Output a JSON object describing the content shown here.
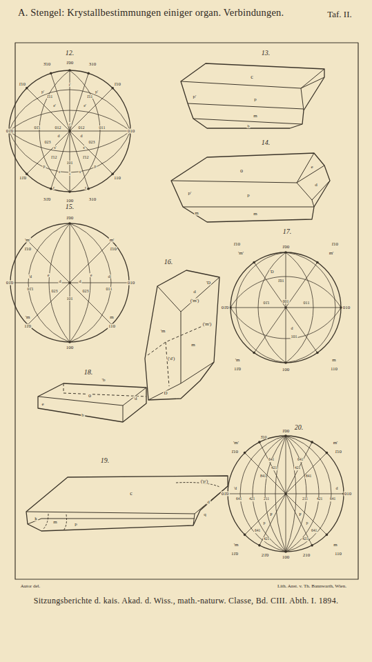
{
  "diagram": {
    "title": "A. Stengel: Krystallbestimmungen einiger organ. Verbindungen.",
    "caption": "Sitzungsberichte d. kais. Akad. d. Wiss., math.-naturw. Classe, Bd. CIII. Abth. I. 1894.",
    "labels": [
      "Taf. II.",
      "12.",
      "13.",
      "14.",
      "15.",
      "16.",
      "17.",
      "18.",
      "19.",
      "20.",
      "Autor del.",
      "Lith. Anst. v. Th. Bannwarth, Wien.",
      "3̄10",
      "1̄00",
      "310",
      "1̄10",
      "1̄10",
      "01̄0",
      "010",
      "11̄0",
      "110",
      "31̄0",
      "100",
      "310",
      "1̄11",
      "1̄11",
      "e'",
      "e'",
      "i'",
      "p'",
      "p'",
      "s'",
      "s'",
      "c",
      "012",
      "012",
      "01̄1",
      "011",
      "d",
      "d",
      "023",
      "023",
      "1̄12",
      "1̄12",
      "p",
      "p",
      "s",
      "s",
      "101",
      "i",
      "r",
      "r",
      "1̄00",
      "'m'",
      "1̄10",
      "m'",
      "1̄10",
      "01̄0",
      "010",
      "'d",
      "01̄1",
      "e",
      "d",
      "023",
      "d",
      "023",
      "e",
      "d",
      "011",
      "101",
      "'m",
      "11̄0",
      "m",
      "110",
      "100",
      "1̄00",
      "1̄10",
      "'m'",
      "1̄10",
      "m'",
      "'D",
      "1̄01",
      "01̄0",
      "010",
      "01̄1",
      "001",
      "011",
      "d",
      "101",
      "'m",
      "11̄0",
      "m",
      "110",
      "100",
      "1̄00",
      "3̄10",
      "'m'",
      "1̄10",
      "m'",
      "1̄10",
      "01̄0",
      "010",
      "'d",
      "d",
      "641",
      "641",
      "421",
      "421",
      "841",
      "841",
      "641",
      "421",
      "211",
      "211",
      "421",
      "641",
      "P",
      "P",
      "p",
      "p",
      "641",
      "641",
      "421",
      "421",
      "'m",
      "11̄0",
      "m",
      "110",
      "21̄0",
      "100",
      "210",
      "c",
      "p'",
      "p",
      "m",
      "b",
      "o",
      "e",
      "d",
      "p'",
      "p",
      "m",
      "m",
      "d",
      "('m')",
      "'D",
      "('m')",
      "'m",
      "m",
      "('d')",
      "D",
      "'b",
      "o",
      "'d",
      "e",
      "b",
      "('p')",
      "c",
      "d",
      "q",
      "m",
      "p",
      "k"
    ]
  }
}
